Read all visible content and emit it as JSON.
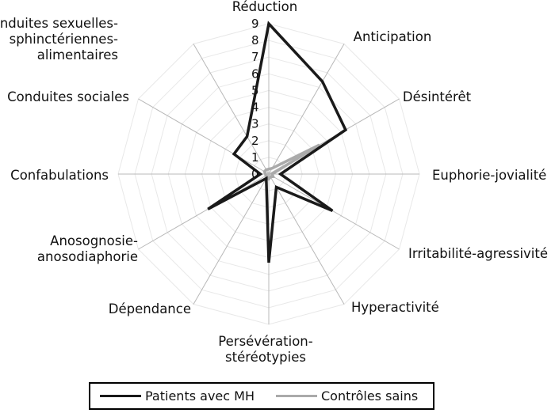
{
  "chart_data": {
    "type": "radar",
    "categories": [
      [
        "Réduction"
      ],
      [
        "Anticipation"
      ],
      [
        "Désintérêt"
      ],
      [
        "Euphorie-jovialité"
      ],
      [
        "Irritabilité-agressivité"
      ],
      [
        "Hyperactivité"
      ],
      [
        "Persévération-",
        "stéréotypies"
      ],
      [
        "Dépendance"
      ],
      [
        "Anosognosie-",
        "anosodiaphorie"
      ],
      [
        "Confabulations"
      ],
      [
        "Conduites sociales"
      ],
      [
        "Conduites sexuelles-",
        "sphinctériennes-",
        "alimentaires"
      ]
    ],
    "ticks": [
      "0",
      "1",
      "2",
      "3",
      "4",
      "5",
      "6",
      "7",
      "8",
      "9"
    ],
    "rmax": 9,
    "series": [
      {
        "name": "Patients avec MH",
        "color": "#1a1a1a",
        "values": [
          9,
          6.4,
          5.3,
          0.7,
          4.4,
          0.9,
          5.3,
          0.3,
          4.2,
          0.5,
          2.4,
          2.6
        ]
      },
      {
        "name": "Contrôles sains",
        "color": "#aaaaaa",
        "values": [
          0.3,
          0.4,
          3.5,
          0.2,
          0.3,
          0.2,
          0.3,
          0.2,
          0.2,
          0.2,
          0.3,
          0.3
        ]
      }
    ],
    "legend": "bottom",
    "grid": true
  }
}
